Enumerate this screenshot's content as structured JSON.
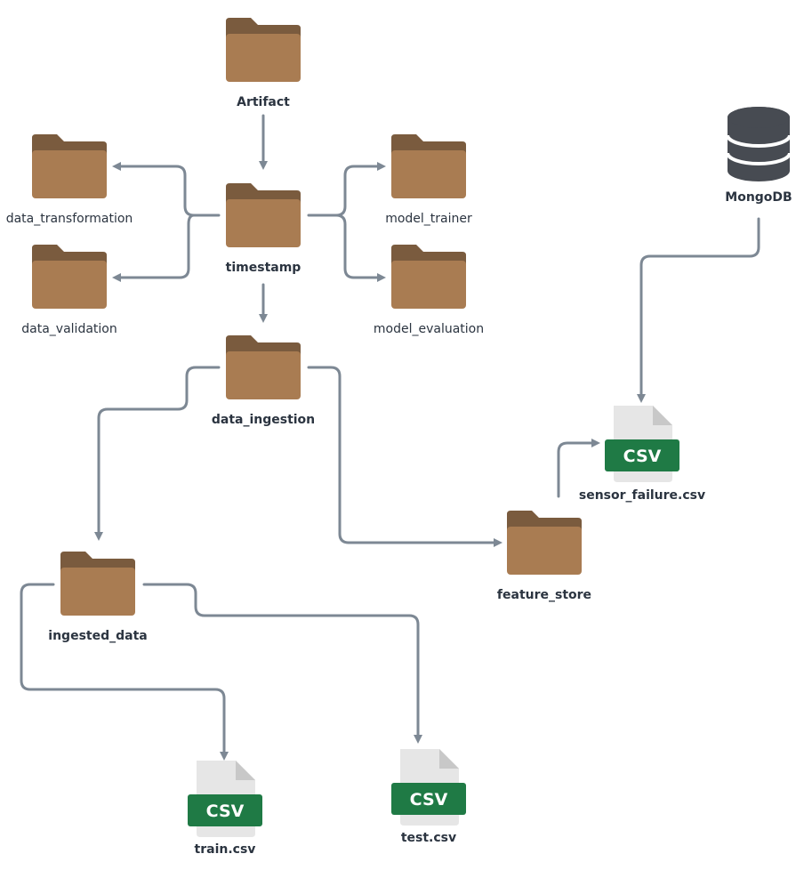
{
  "colors": {
    "folder_front": "#a97c52",
    "folder_back": "#7a5b3e",
    "connector": "#7d8894",
    "csv_band": "#1f7a45",
    "csv_page": "#e6e6e6",
    "csv_fold": "#c8c8c8",
    "db_body": "#474b52",
    "db_stripe": "#ffffff",
    "label_text": "#2b3440"
  },
  "icons": {
    "folder": "folder-icon",
    "csv": "csv-file-icon",
    "database": "database-icon"
  },
  "nodes": {
    "artifact": {
      "label": "Artifact",
      "icon": "folder-icon"
    },
    "timestamp": {
      "label": "timestamp",
      "icon": "folder-icon"
    },
    "data_transformation": {
      "label": "data_transformation",
      "icon": "folder-icon"
    },
    "data_validation": {
      "label": "data_validation",
      "icon": "folder-icon"
    },
    "model_trainer": {
      "label": "model_trainer",
      "icon": "folder-icon"
    },
    "model_evaluation": {
      "label": "model_evaluation",
      "icon": "folder-icon"
    },
    "data_ingestion": {
      "label": "data_ingestion",
      "icon": "folder-icon"
    },
    "ingested_data": {
      "label": "ingested_data",
      "icon": "folder-icon"
    },
    "feature_store": {
      "label": "feature_store",
      "icon": "folder-icon"
    },
    "mongodb": {
      "label": "MongoDB",
      "icon": "database-icon"
    },
    "sensor_failure": {
      "label": "sensor_failure.csv",
      "icon": "csv-file-icon",
      "badge": "CSV"
    },
    "train": {
      "label": "train.csv",
      "icon": "csv-file-icon",
      "badge": "CSV"
    },
    "test": {
      "label": "test.csv",
      "icon": "csv-file-icon",
      "badge": "CSV"
    }
  }
}
